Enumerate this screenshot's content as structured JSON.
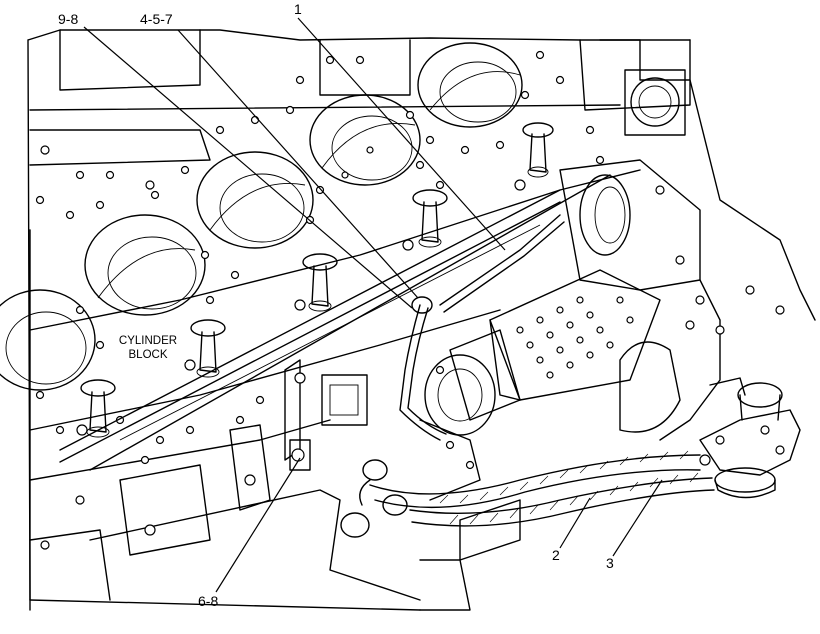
{
  "callouts": [
    {
      "id": "c98",
      "text": "9-8"
    },
    {
      "id": "c457",
      "text": "4-5-7"
    },
    {
      "id": "c1",
      "text": "1"
    },
    {
      "id": "c2",
      "text": "2"
    },
    {
      "id": "c3",
      "text": "3"
    },
    {
      "id": "c68",
      "text": "6-8"
    }
  ],
  "block_label": {
    "line1": "CYLINDER",
    "line2": "BLOCK"
  }
}
